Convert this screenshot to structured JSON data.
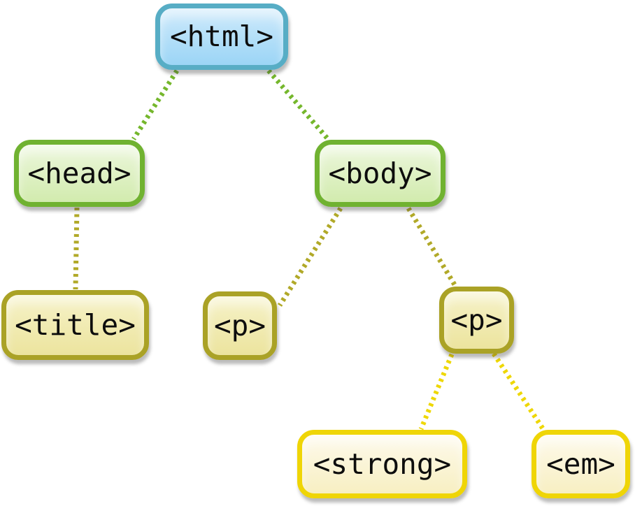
{
  "nodes": [
    {
      "id": "html",
      "label": "<html>",
      "level": "blue"
    },
    {
      "id": "head",
      "label": "<head>",
      "level": "green"
    },
    {
      "id": "body",
      "label": "<body>",
      "level": "green"
    },
    {
      "id": "title",
      "label": "<title>",
      "level": "olive"
    },
    {
      "id": "p-left",
      "label": "<p>",
      "level": "olive"
    },
    {
      "id": "p-right",
      "label": "<p>",
      "level": "olive"
    },
    {
      "id": "strong",
      "label": "<strong>",
      "level": "yellow"
    },
    {
      "id": "em",
      "label": "<em>",
      "level": "yellow"
    }
  ],
  "relations": [
    {
      "from": "html",
      "to": "head"
    },
    {
      "from": "html",
      "to": "body"
    },
    {
      "from": "head",
      "to": "title"
    },
    {
      "from": "body",
      "to": "p-left"
    },
    {
      "from": "body",
      "to": "p-right"
    },
    {
      "from": "p-right",
      "to": "strong"
    },
    {
      "from": "p-right",
      "to": "em"
    }
  ],
  "levels": {
    "blue": {
      "border": "#57adc5",
      "fill_top": "#cfeafb",
      "fill_bottom": "#9bd5f6"
    },
    "green": {
      "border": "#70b231",
      "fill_top": "#ecf7dc",
      "fill_bottom": "#d2ebae"
    },
    "olive": {
      "border": "#aaa226",
      "fill_top": "#f6f2c8",
      "fill_bottom": "#ece49e"
    },
    "yellow": {
      "border": "#efd506",
      "fill_top": "#fefaec",
      "fill_bottom": "#f7efc2"
    }
  },
  "edge_colors": {
    "green": "#75b72c",
    "olive": "#b1a928",
    "yellow": "#eed702"
  }
}
